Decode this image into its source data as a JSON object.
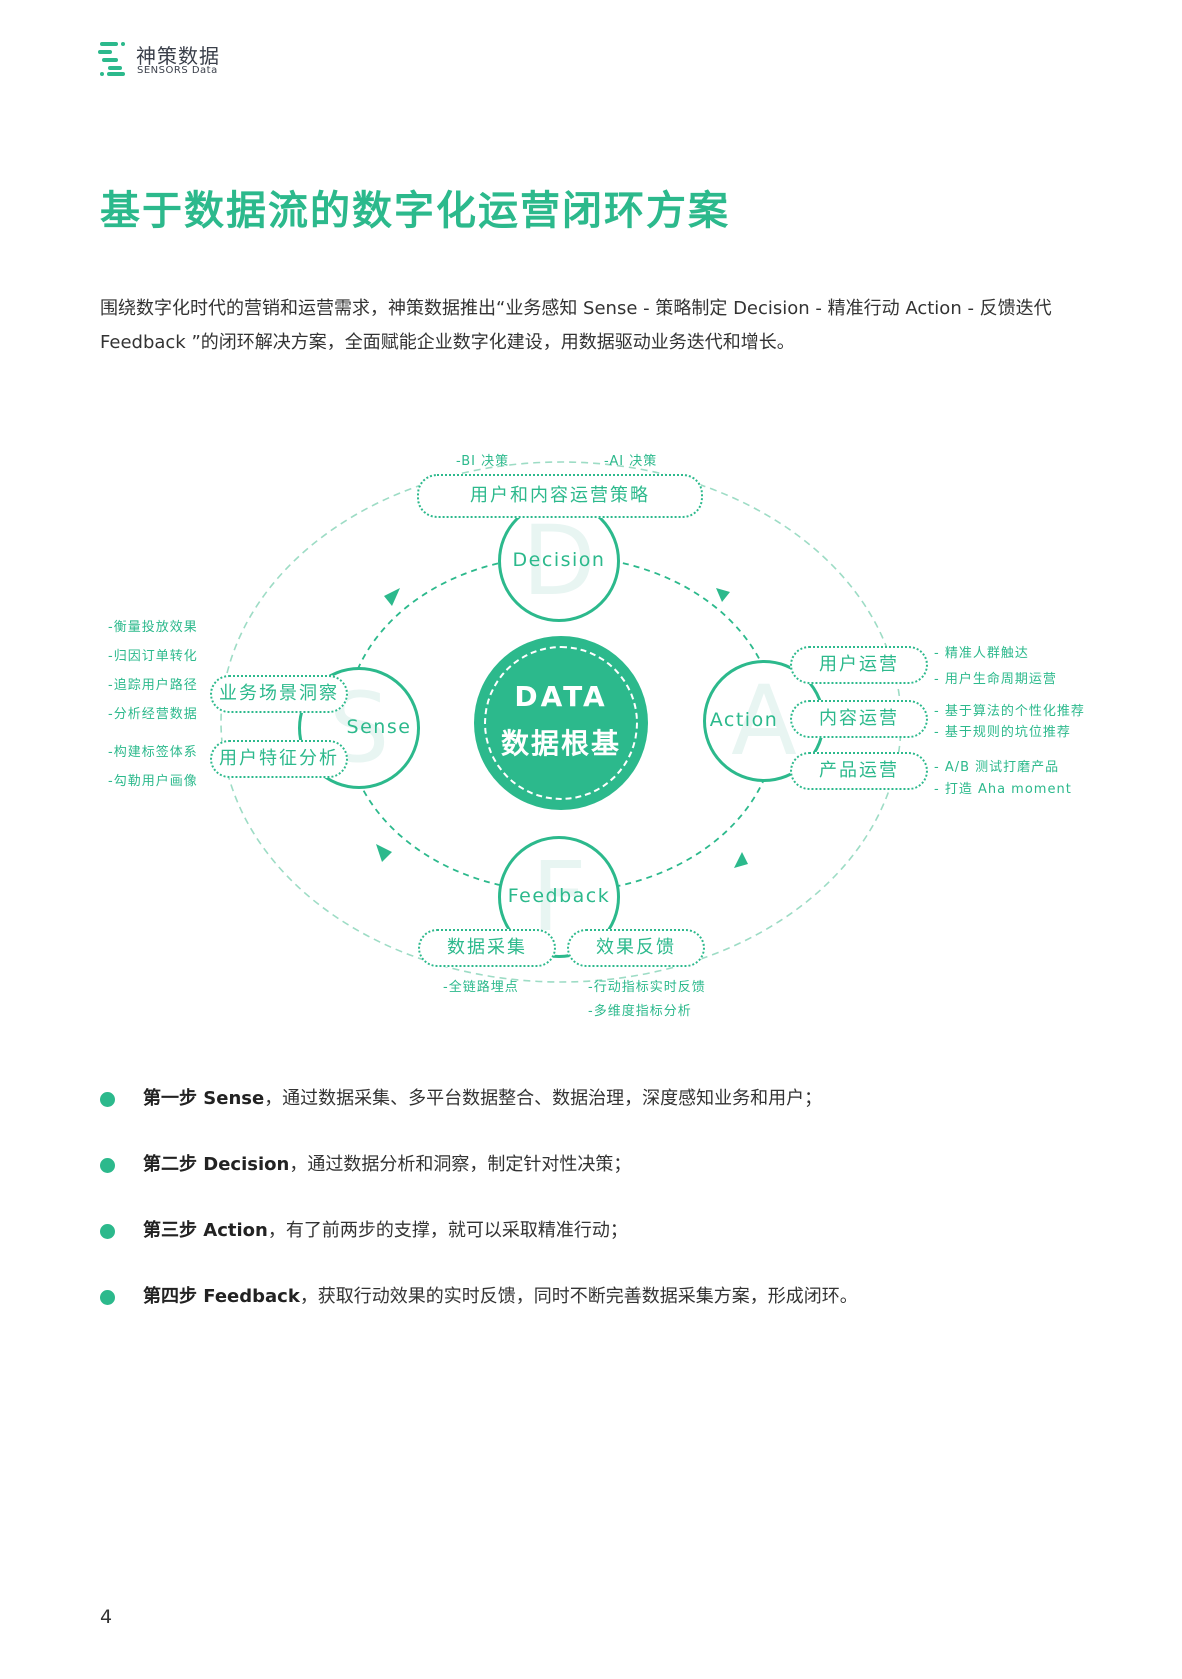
{
  "logo": {
    "name_cn": "神策数据",
    "name_en": "SENSORS Data",
    "icon": "sensors-logo-icon"
  },
  "page_title": "基于数据流的数字化运营闭环方案",
  "intro": "围绕数字化时代的营销和运营需求，神策数据推出“业务感知 Sense - 策略制定 Decision - 精准行动 Action - 反馈迭代 Feedback ”的闭环解决方案，全面赋能企业数字化建设，用数据驱动业务迭代和增长。",
  "diagram": {
    "center": {
      "en": "DATA",
      "cn": "数据根基"
    },
    "decision": {
      "letter": "D",
      "label": "Decision",
      "box": "用户和内容运营策略",
      "notes": [
        "-BI 决策",
        "-AI 决策"
      ]
    },
    "sense": {
      "letter": "S",
      "label": "Sense",
      "boxes": [
        {
          "label": "业务场景洞察",
          "notes": [
            "-衡量投放效果",
            "-归因订单转化",
            "-追踪用户路径",
            "-分析经营数据"
          ]
        },
        {
          "label": "用户特征分析",
          "notes": [
            "-构建标签体系",
            "-勾勒用户画像"
          ]
        }
      ]
    },
    "action": {
      "letter": "A",
      "label": "Action",
      "boxes": [
        {
          "label": "用户运营",
          "notes": [
            "- 精准人群触达",
            "- 用户生命周期运营"
          ]
        },
        {
          "label": "内容运营",
          "notes": [
            "- 基于算法的个性化推荐",
            "- 基于规则的坑位推荐"
          ]
        },
        {
          "label": "产品运营",
          "notes": [
            "- A/B 测试打磨产品",
            "- 打造 Aha moment"
          ]
        }
      ]
    },
    "feedback": {
      "letter": "F",
      "label": "Feedback",
      "boxes": [
        {
          "label": "数据采集",
          "notes": [
            "-全链路埋点"
          ]
        },
        {
          "label": "效果反馈",
          "notes": [
            "-行动指标实时反馈",
            "-多维度指标分析"
          ]
        }
      ]
    },
    "colors": {
      "accent": "#2cb98c",
      "letter_bg": "#e8f5f2",
      "outer_ring": "#9ddcc5"
    }
  },
  "steps": [
    {
      "head": "第一步 Sense",
      "text": "，通过数据采集、多平台数据整合、数据治理，深度感知业务和用户；"
    },
    {
      "head": "第二步 Decision",
      "text": "，通过数据分析和洞察，制定针对性决策；"
    },
    {
      "head": "第三步 Action",
      "text": "，有了前两步的支撑，就可以采取精准行动；"
    },
    {
      "head": "第四步 Feedback",
      "text": "，获取行动效果的实时反馈，同时不断完善数据采集方案，形成闭环。"
    }
  ],
  "page_number": "4"
}
